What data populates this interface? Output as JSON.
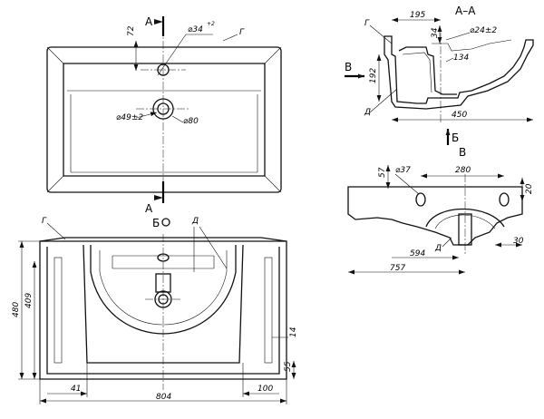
{
  "views": {
    "top": {
      "section_label": "A",
      "dim_72": "72",
      "dim_tap_hole": "⌀34",
      "dim_tap_hole_tol": "+2",
      "callout_g": "Г",
      "dim_drain": "⌀49±2",
      "dim_drain_outer": "⌀80"
    },
    "section_aa": {
      "title": "А–А",
      "dim_195": "195",
      "dim_34": "34",
      "dim_overflow": "⌀24±2",
      "dim_134": "134",
      "dim_192": "192",
      "dim_450": "450",
      "callout_g": "Г",
      "callout_d": "Д",
      "view_b": "В",
      "view_b_arrow": "Б"
    },
    "view_v": {
      "title": "В",
      "dim_57": "57",
      "dim_hole": "⌀37",
      "dim_280": "280",
      "dim_20": "20",
      "dim_594": "594",
      "dim_757": "757",
      "dim_30": "30",
      "callout_d": "Д"
    },
    "view_b": {
      "title": "Б",
      "callout_g": "Г",
      "callout_d": "Д",
      "dim_480": "480",
      "dim_409": "409",
      "dim_14": "14",
      "dim_55": "55",
      "dim_41": "41",
      "dim_804": "804",
      "dim_100": "100"
    }
  }
}
